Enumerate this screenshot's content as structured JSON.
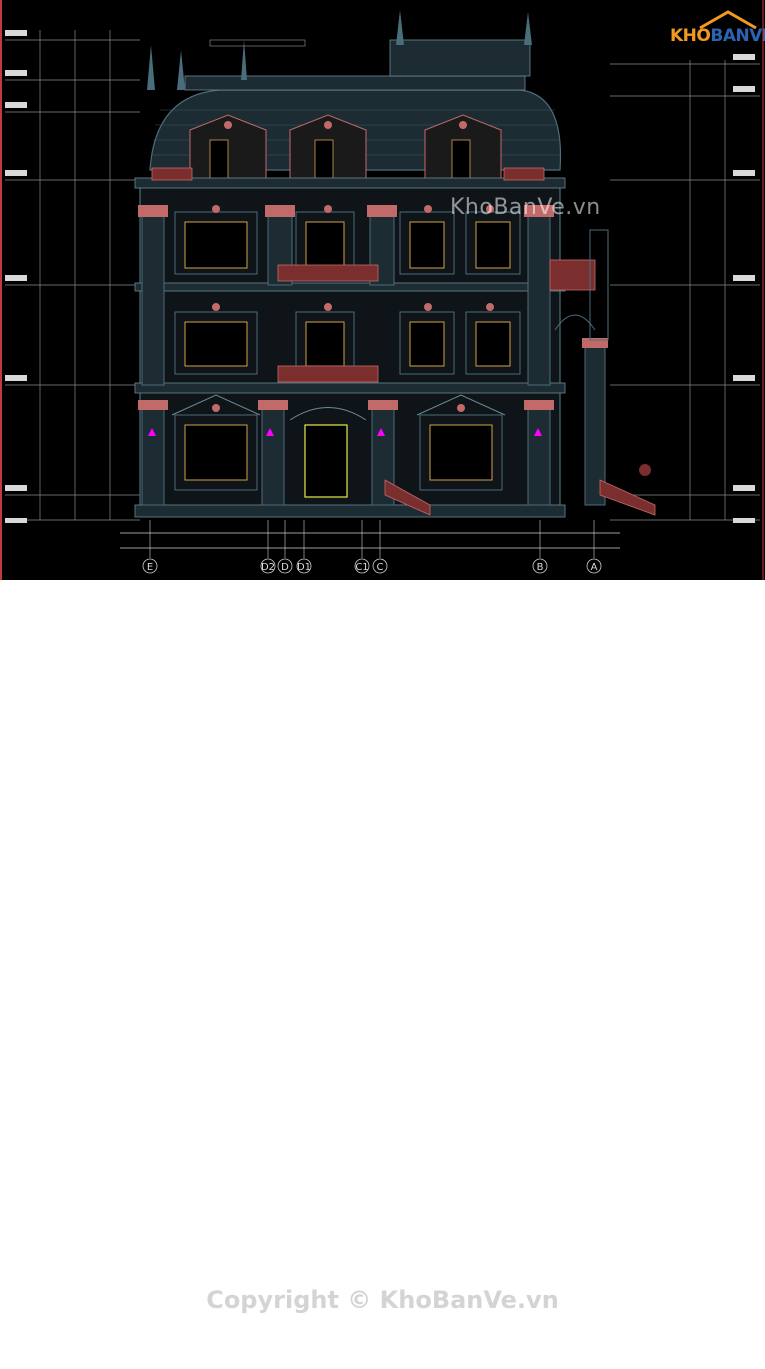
{
  "watermark": {
    "top_text": "KhoBanVe.vn",
    "copyright_text": "Copyright © KhoBanVe.vn",
    "logo_text_part1": "KHO",
    "logo_text_part2": "BANVE",
    "logo_accent": "#f29a1e",
    "logo_blue": "#2b63b5"
  },
  "drawing": {
    "background": "#000000",
    "line_colors": {
      "facade": "#4a6d7c",
      "ornament": "#c26a6a",
      "window_frame": "#d1a24a",
      "dimension": "#cfcfcf",
      "accent_magenta": "#ff00ff",
      "door_frame": "#e8e84a"
    },
    "grid_axes": [
      "E",
      "D2",
      "D",
      "D1",
      "C1",
      "C",
      "B",
      "A"
    ]
  }
}
